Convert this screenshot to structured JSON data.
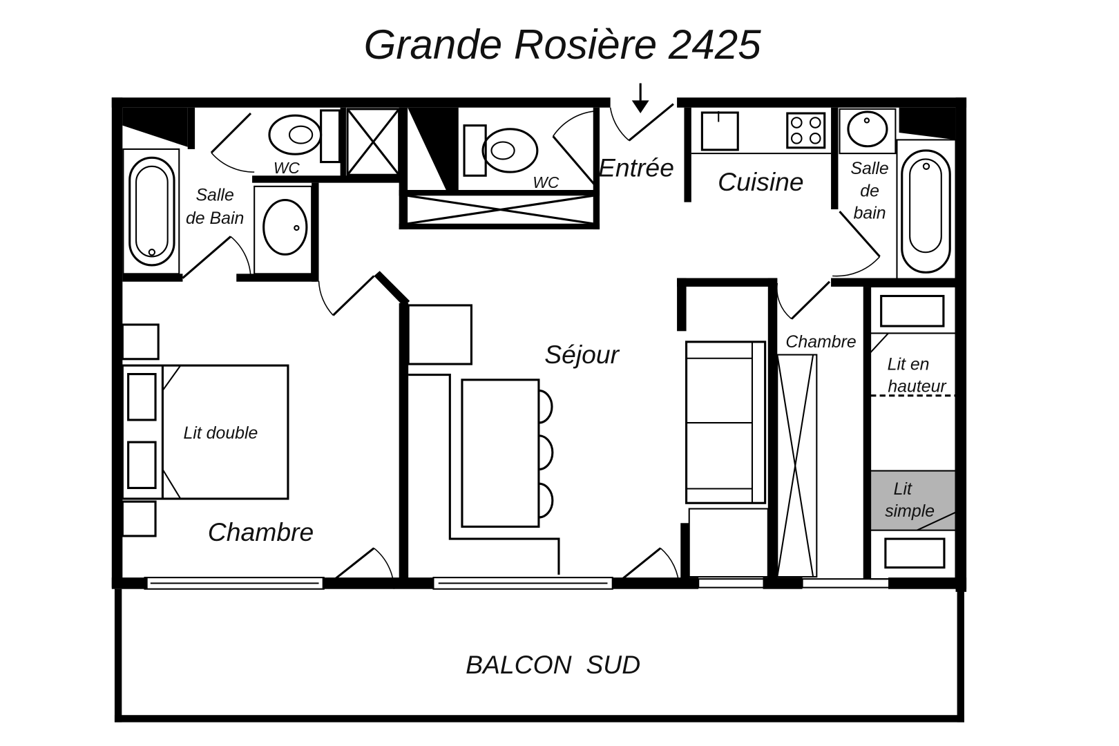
{
  "title": "Grande Rosière 2425",
  "rooms": {
    "salle_de_bain_left": [
      "Salle",
      "de Bain"
    ],
    "wc_left": "WC",
    "wc_right": "WC",
    "entree": "Entrée",
    "cuisine": "Cuisine",
    "salle_de_bain_right": [
      "Salle",
      "de",
      "bain"
    ],
    "sejour": "Séjour",
    "chambre_left": "Chambre",
    "lit_double": "Lit double",
    "chambre_right": "Chambre",
    "lit_en_hauteur": [
      "Lit en",
      "hauteur"
    ],
    "lit_simple": [
      "Lit",
      "simple"
    ],
    "balcon": "BALCON  SUD"
  },
  "colors": {
    "walls": "#000000",
    "lit_simple_fill": "#b4b4b4"
  },
  "icons": [
    "entry-arrow-icon"
  ]
}
